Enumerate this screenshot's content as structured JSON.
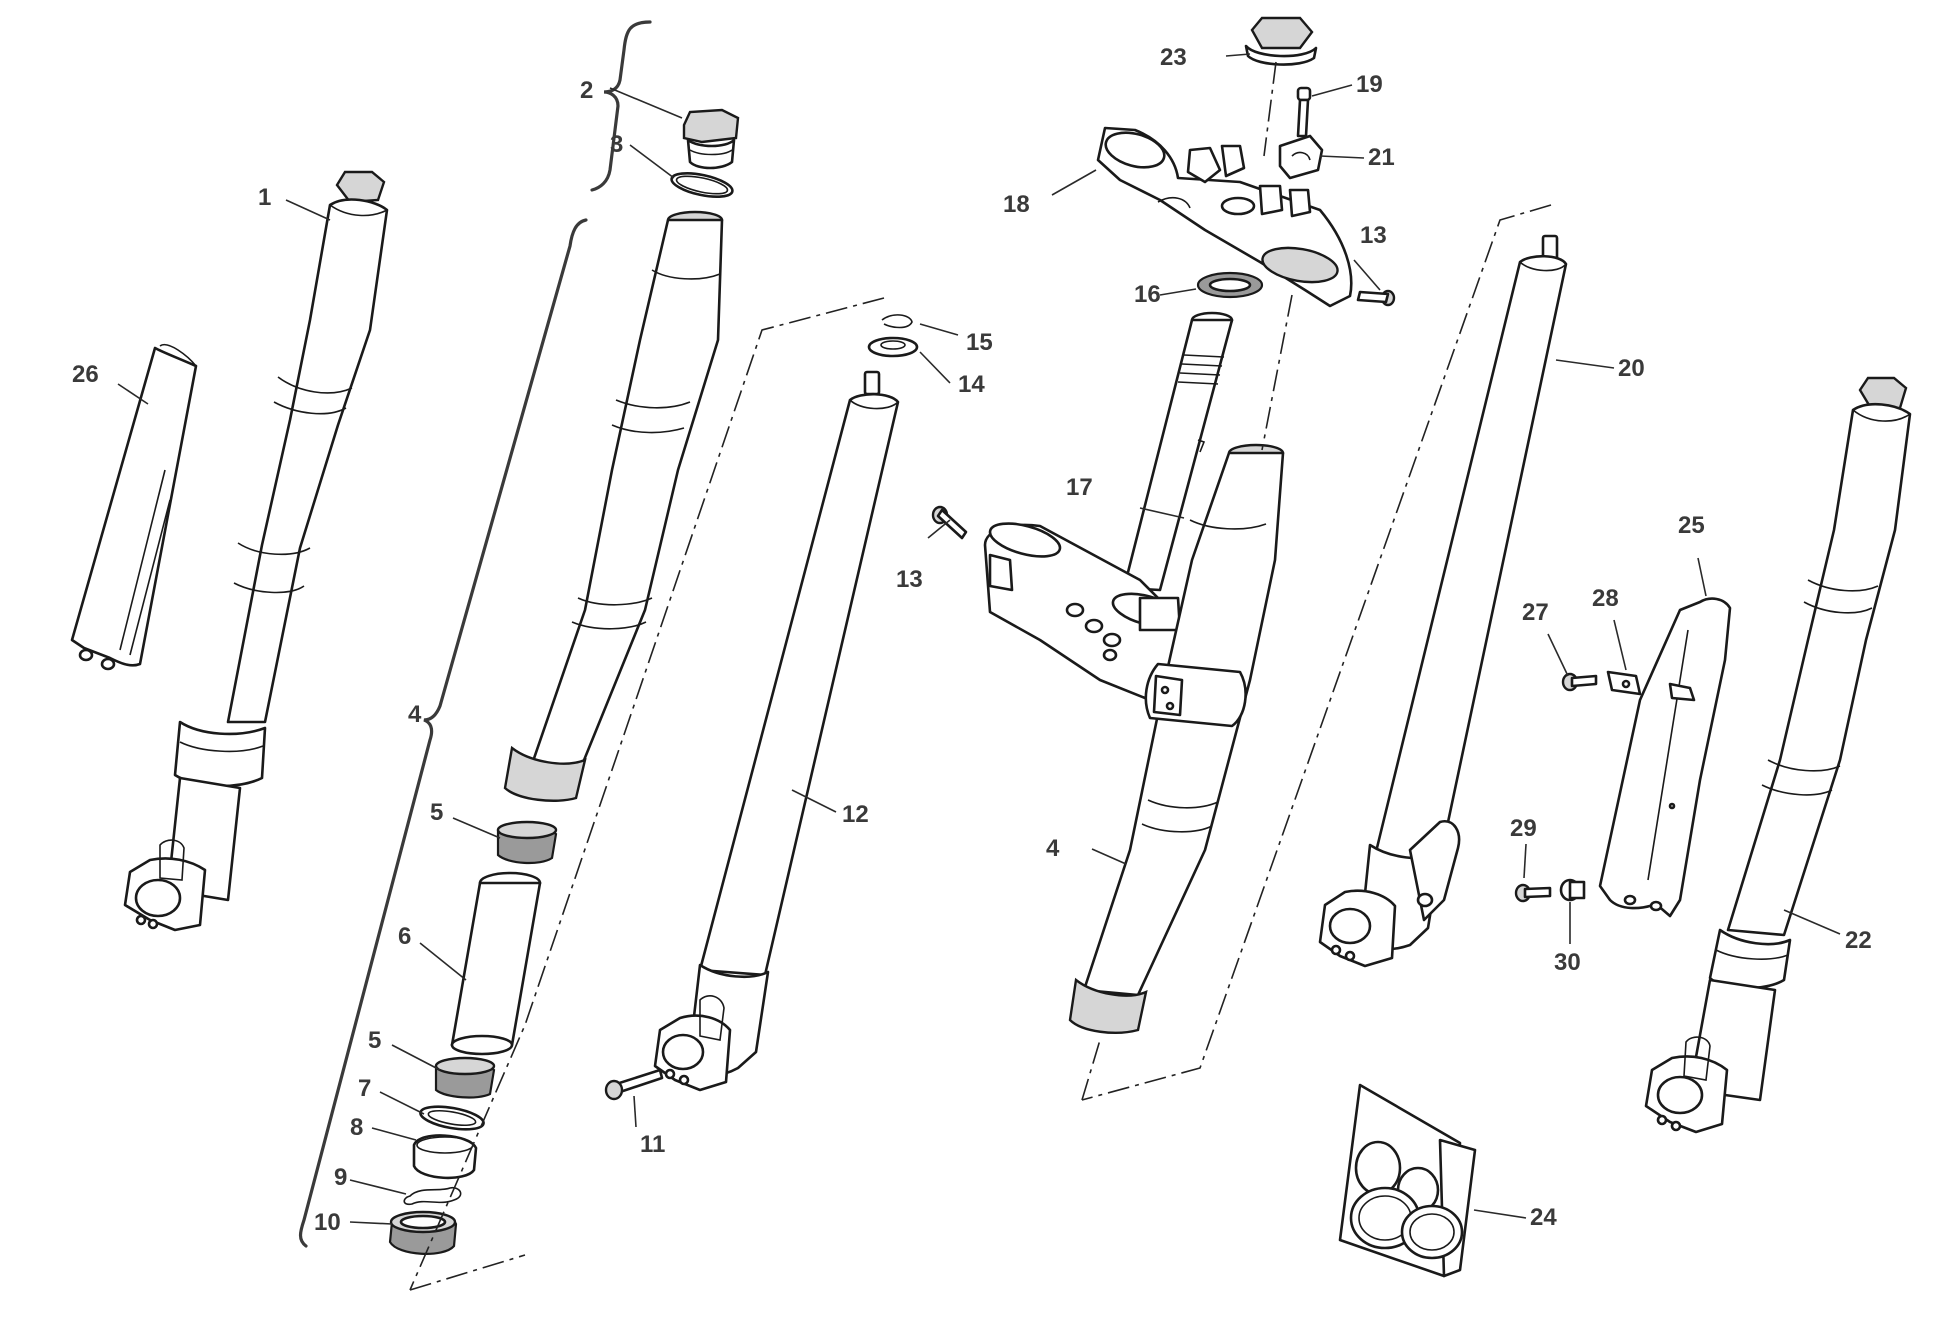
{
  "callouts": [
    {
      "id": "c1",
      "text": "1"
    },
    {
      "id": "c2",
      "text": "2"
    },
    {
      "id": "c3",
      "text": "3"
    },
    {
      "id": "c4a",
      "text": "4"
    },
    {
      "id": "c4b",
      "text": "4"
    },
    {
      "id": "c5a",
      "text": "5"
    },
    {
      "id": "c5b",
      "text": "5"
    },
    {
      "id": "c6",
      "text": "6"
    },
    {
      "id": "c7",
      "text": "7"
    },
    {
      "id": "c8",
      "text": "8"
    },
    {
      "id": "c9",
      "text": "9"
    },
    {
      "id": "c10",
      "text": "10"
    },
    {
      "id": "c11",
      "text": "11"
    },
    {
      "id": "c12",
      "text": "12"
    },
    {
      "id": "c13a",
      "text": "13"
    },
    {
      "id": "c13b",
      "text": "13"
    },
    {
      "id": "c14",
      "text": "14"
    },
    {
      "id": "c15",
      "text": "15"
    },
    {
      "id": "c16",
      "text": "16"
    },
    {
      "id": "c17",
      "text": "17"
    },
    {
      "id": "c18",
      "text": "18"
    },
    {
      "id": "c19",
      "text": "19"
    },
    {
      "id": "c20",
      "text": "20"
    },
    {
      "id": "c21",
      "text": "21"
    },
    {
      "id": "c22",
      "text": "22"
    },
    {
      "id": "c23",
      "text": "23"
    },
    {
      "id": "c24",
      "text": "24"
    },
    {
      "id": "c25",
      "text": "25"
    },
    {
      "id": "c26",
      "text": "26"
    },
    {
      "id": "c27",
      "text": "27"
    },
    {
      "id": "c28",
      "text": "28"
    },
    {
      "id": "c29",
      "text": "29"
    },
    {
      "id": "c30",
      "text": "30"
    }
  ],
  "colors": {
    "line": "#1a1a1a",
    "label": "#3a3a3a",
    "fill_light": "#d6d6d6",
    "fill_dark": "#9a9a9a",
    "background": "#ffffff"
  }
}
